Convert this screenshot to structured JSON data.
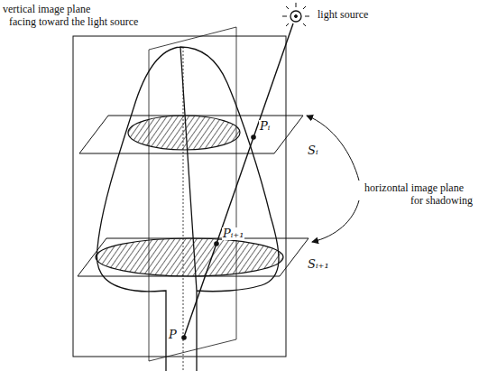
{
  "diagram": {
    "labels": [
      "vertical image plane",
      "facing toward the light source",
      "light source",
      "horizontal image plane",
      "for shadowing",
      "Sᵢ",
      "Sᵢ₊₁",
      "Pᵢ",
      "Pᵢ₊₁",
      "P"
    ]
  }
}
